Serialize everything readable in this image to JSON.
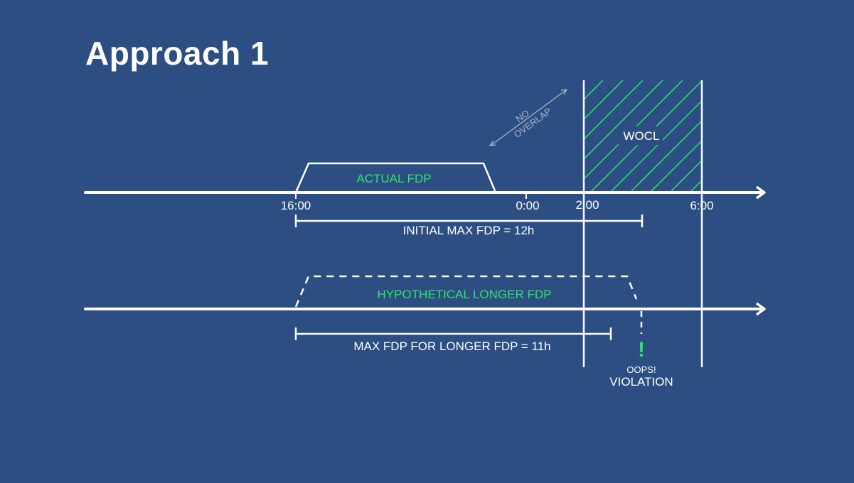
{
  "title": "Approach 1",
  "labels": {
    "wocl": "WOCL",
    "no_overlap_line1": "NO",
    "no_overlap_line2": "OVERLAP",
    "actual_fdp": "ACTUAL FDP",
    "hypothetical_fdp": "HYPOTHETICAL LONGER FDP",
    "initial_max_fdp": "INITIAL MAX FDP = 12h",
    "max_fdp_longer": "MAX FDP FOR LONGER FDP = 11h",
    "exclamation": "!",
    "oops": "OOPS!",
    "violation": "VIOLATION"
  },
  "time_ticks": [
    "16:00",
    "0:00",
    "2:00",
    "6:00"
  ],
  "colors": {
    "background": "#2c4e82",
    "line": "#ffffff",
    "accent_green": "#2ee36a",
    "muted_gray": "#aab4c4"
  }
}
